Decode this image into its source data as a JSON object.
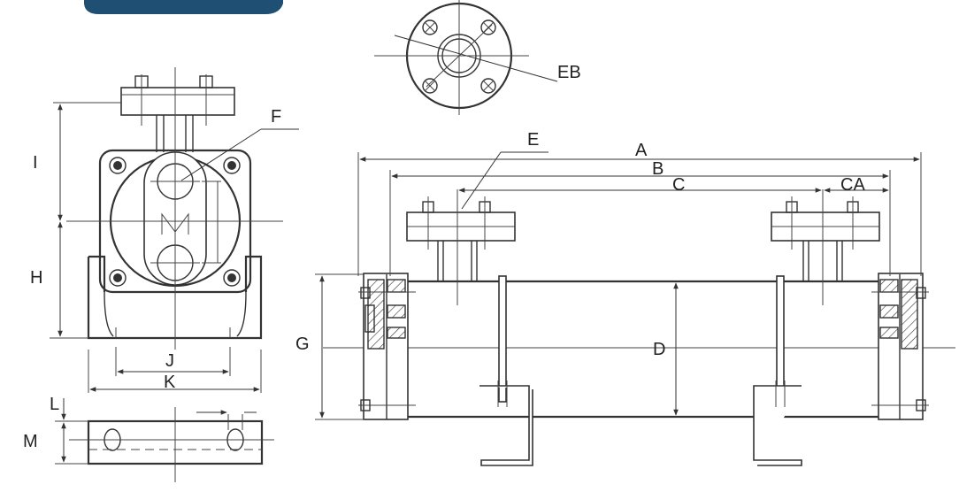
{
  "header_tab_color": "#1f4f73",
  "line_color": "#333333",
  "labels": {
    "A": "A",
    "B": "B",
    "C": "C",
    "CA": "CA",
    "D": "D",
    "E": "E",
    "EB": "EB",
    "F": "F",
    "G": "G",
    "H": "H",
    "I": "I",
    "J": "J",
    "K": "K",
    "L": "L",
    "M": "M"
  }
}
